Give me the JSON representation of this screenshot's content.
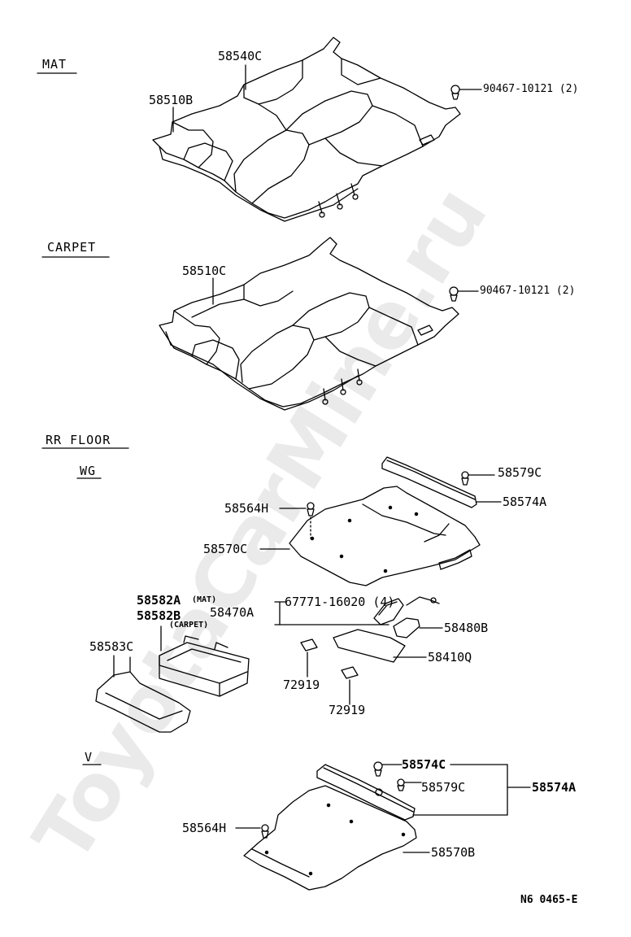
{
  "sections": {
    "mat": "MAT",
    "carpet": "CARPET",
    "rr_floor": "RR FLOOR",
    "wg": "WG",
    "v": "V"
  },
  "callouts": {
    "p58540C": "58540C",
    "p58510B": "58510B",
    "clip_mat": "90467-10121 (2)",
    "p58510C": "58510C",
    "clip_carpet": "90467-10121 (2)",
    "p58579C_wg": "58579C",
    "p58574A_wg": "58574A",
    "p58564H_wg": "58564H",
    "p58570C": "58570C",
    "p67771": "67771-16020 (4)",
    "p58470A": "58470A",
    "p58582A": "58582A",
    "p58582A_note": "(MAT)",
    "p58582B": "58582B",
    "p58582B_note": "(CARPET)",
    "p58583C": "58583C",
    "p58480B": "58480B",
    "p58410Q": "58410Q",
    "p72919_a": "72919",
    "p72919_b": "72919",
    "p58574C": "58574C",
    "p58579C_v": "58579C",
    "p58574A_v": "58574A",
    "p58564H_v": "58564H",
    "p58570B": "58570B"
  },
  "footer": {
    "code": "N6  0465-E"
  },
  "watermark": "ToyotaCarMine.ru"
}
